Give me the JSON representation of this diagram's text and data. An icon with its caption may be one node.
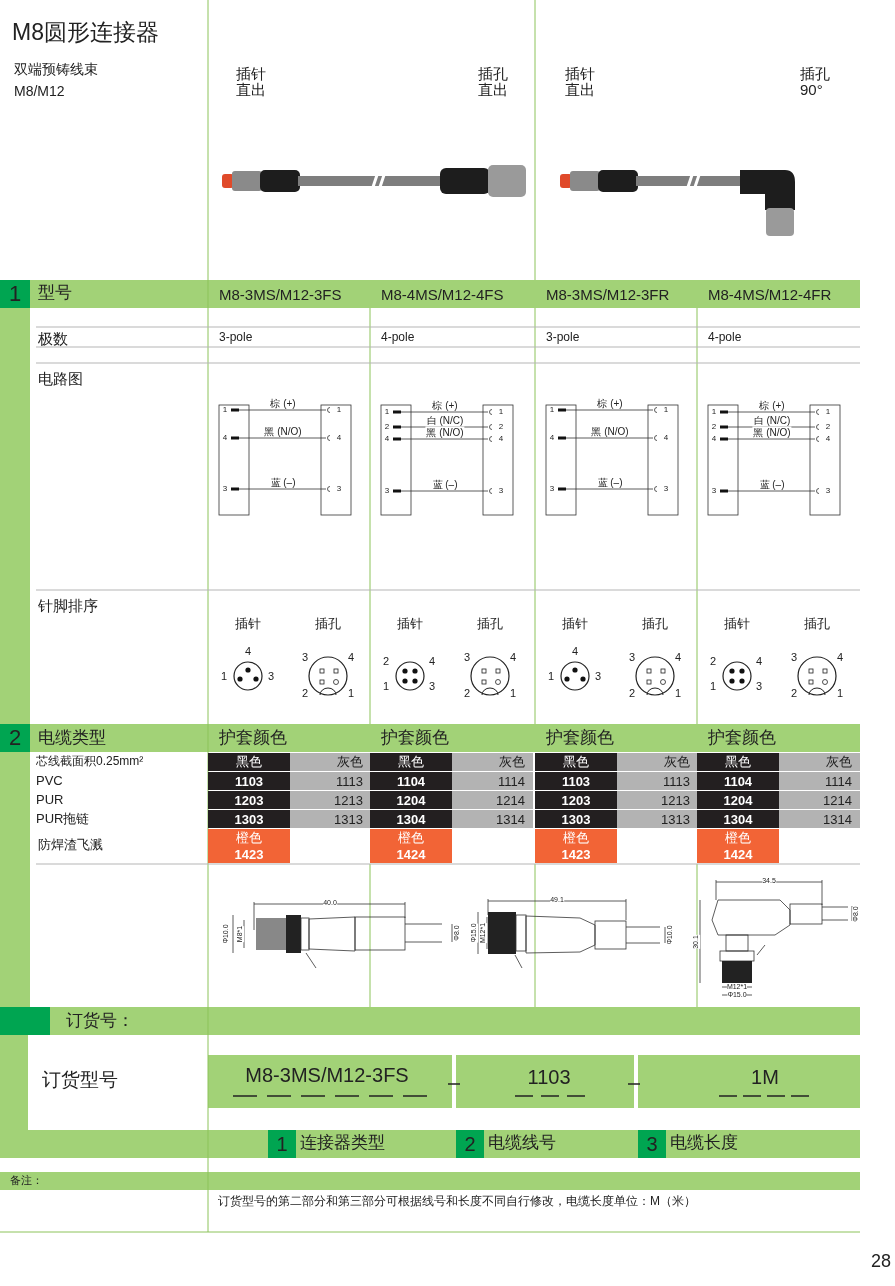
{
  "diagram": {
    "title": "M8圆形连接器",
    "labels": [
      "双端预铸线束",
      "M8/M12",
      "插针",
      "直出",
      "插孔",
      "直出",
      "插针",
      "直出",
      "插孔",
      "90°",
      "1",
      "型号",
      "M8-3MS/M12-3FS",
      "M8-4MS/M12-4FS",
      "M8-3MS/M12-3FR",
      "M8-4MS/M12-4FR",
      "极数",
      "3-pole",
      "4-pole",
      "3-pole",
      "4-pole",
      "电路图",
      "棕 (+)",
      "1",
      "1",
      "黑 (N/O)",
      "4",
      "4",
      "蓝 (–)",
      "3",
      "3",
      "棕 (+)",
      "1",
      "1",
      "白 (N/C)",
      "2",
      "2",
      "黑 (N/O)",
      "4",
      "4",
      "蓝 (–)",
      "3",
      "3",
      "棕 (+)",
      "1",
      "1",
      "黑 (N/O)",
      "4",
      "4",
      "蓝 (–)",
      "3",
      "3",
      "棕 (+)",
      "1",
      "1",
      "白 (N/C)",
      "2",
      "2",
      "黑 (N/O)",
      "4",
      "4",
      "蓝 (–)",
      "3",
      "3",
      "针脚排序",
      "插针",
      "插孔",
      "4",
      "1",
      "3",
      "3",
      "4",
      "2",
      "1",
      "插针",
      "插孔",
      "2",
      "4",
      "1",
      "3",
      "3",
      "4",
      "2",
      "1",
      "插针",
      "插孔",
      "4",
      "1",
      "3",
      "3",
      "4",
      "2",
      "1",
      "插针",
      "插孔",
      "2",
      "4",
      "1",
      "3",
      "3",
      "4",
      "2",
      "1",
      "2",
      "电缆类型",
      "护套颜色",
      "护套颜色",
      "护套颜色",
      "护套颜色",
      "芯线截面积0.25mm²",
      "黑色",
      "灰色",
      "黑色",
      "灰色",
      "黑色",
      "灰色",
      "黑色",
      "灰色",
      "PVC",
      "1103",
      "1113",
      "1104",
      "1114",
      "1103",
      "1113",
      "1104",
      "1114",
      "PUR",
      "1203",
      "1213",
      "1204",
      "1214",
      "1203",
      "1213",
      "1204",
      "1214",
      "PUR拖链",
      "1303",
      "1313",
      "1304",
      "1314",
      "1303",
      "1313",
      "1304",
      "1314",
      "防焊渣飞溅",
      "橙色",
      "1423",
      "橙色",
      "1424",
      "橙色",
      "1423",
      "橙色",
      "1424",
      "40.0",
      "Φ10.0",
      "M8*1",
      "Φ8.0",
      "49.1",
      "Φ15.0",
      "M12*1",
      "Φ10.0",
      "34.5",
      "Φ8.0",
      "30.1",
      "M12*1",
      "Φ15.0",
      "订货号：",
      "订货型号",
      "M8-3MS/M12-3FS",
      "1103",
      "1M",
      "1",
      "连接器类型",
      "2",
      "电缆线号",
      "3",
      "电缆长度",
      "备注：",
      "订货型号的第二部分和第三部分可根据线号和长度不同自行修改，电缆长度单位：M（米）",
      "28"
    ]
  }
}
